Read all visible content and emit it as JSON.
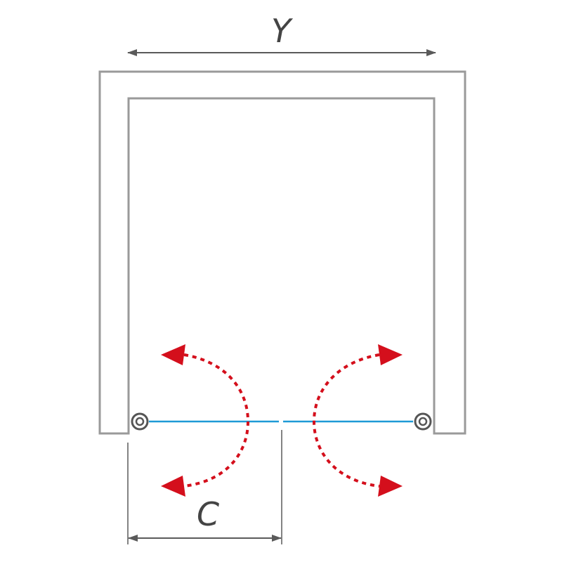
{
  "dimensions": {
    "width_label": "Y",
    "door_width_label": "C"
  },
  "colors": {
    "wall": "#9a9a9a",
    "dimension": "#5a5a5a",
    "door_panel": "#1f9ad6",
    "swing_arc": "#d40f1c",
    "hinge": "#555555"
  },
  "icons": {
    "hinge": "double-circle-hinge-icon",
    "swing": "dotted-arc-double-arrow"
  }
}
